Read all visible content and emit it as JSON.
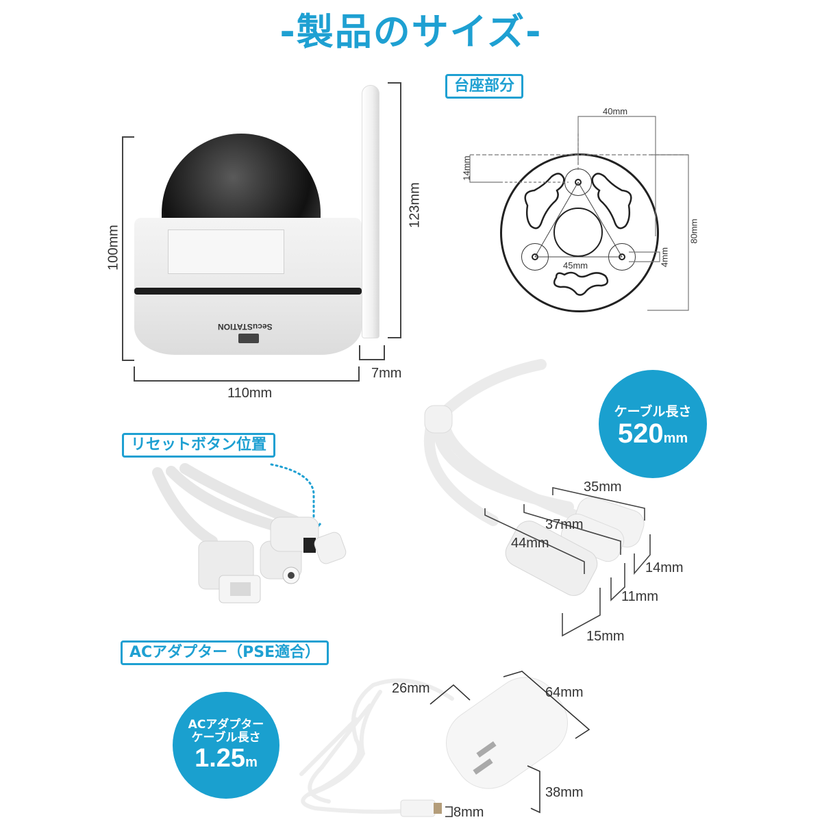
{
  "title": "-製品のサイズ-",
  "colors": {
    "accent": "#1ea0d2",
    "bubble": "#1aa0cf",
    "dimension_line": "#444444",
    "background": "#ffffff"
  },
  "camera": {
    "brand_label": "SecuSTATION",
    "dimensions": {
      "height": "100mm",
      "height_with_antenna": "123mm",
      "width": "110mm",
      "antenna_width": "7mm"
    }
  },
  "mount": {
    "label": "台座部分",
    "dimensions": {
      "hole_spacing_horizontal": "40mm",
      "top_hole_offset": "14mm",
      "diameter": "80mm",
      "bottom_hole_spacing": "45mm",
      "hole_size": "4mm"
    }
  },
  "reset_button": {
    "label": "リセットボタン位置"
  },
  "camera_cable": {
    "bubble": {
      "line1": "ケーブル長さ",
      "value": "520",
      "unit": "mm"
    },
    "dimensions": {
      "connector1_length": "35mm",
      "connector2_length": "37mm",
      "connector3_length": "44mm",
      "connector1_diameter": "14mm",
      "connector2_diameter": "11mm",
      "connector3_diameter": "15mm"
    }
  },
  "ac_adapter": {
    "label": "ACアダプター（PSE適合）",
    "bubble": {
      "line1": "ACアダプター",
      "line2": "ケーブル長さ",
      "value": "1.25",
      "unit": "m"
    },
    "dimensions": {
      "depth": "26mm",
      "length": "64mm",
      "height": "38mm",
      "plug_diameter": "8mm"
    }
  }
}
